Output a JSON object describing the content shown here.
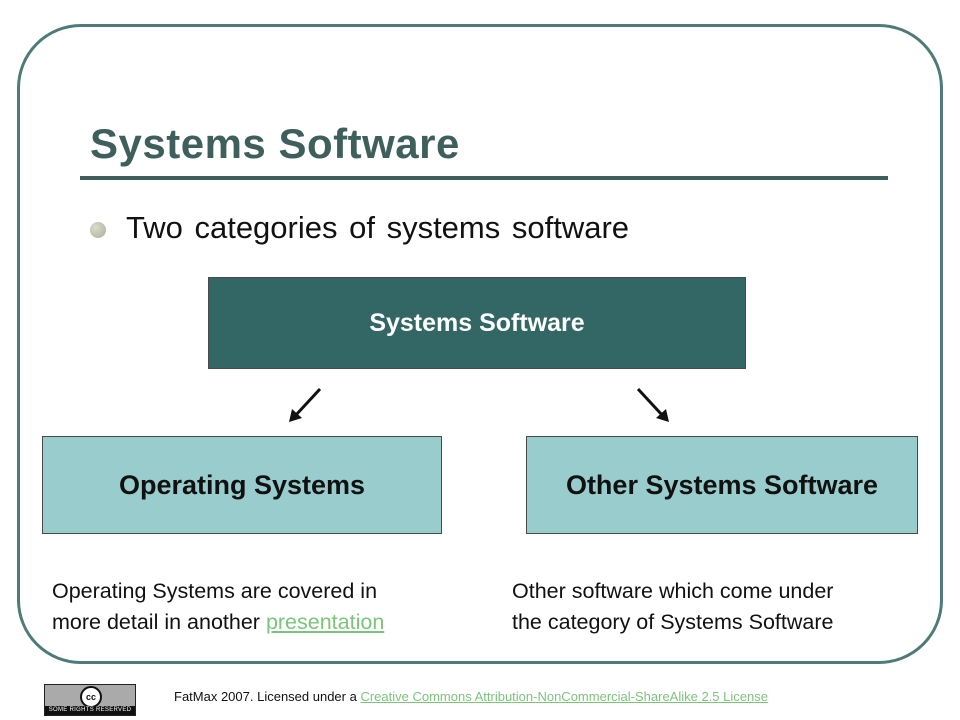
{
  "slide": {
    "title": "Systems Software",
    "bullet": "Two categories of systems software"
  },
  "diagram": {
    "root": "Systems Software",
    "left_child": "Operating Systems",
    "right_child": "Other Systems Software"
  },
  "descriptions": {
    "left_line1": "Operating Systems are covered in",
    "left_line2": "more detail in another ",
    "left_link": "presentation",
    "right_line1": "Other software which come under",
    "right_line2": "the category of Systems Software"
  },
  "footer": {
    "badge_symbol": "cc",
    "badge_caption": "SOME RIGHTS RESERVED",
    "text": "FatMax 2007. Licensed under a ",
    "license_link": "Creative Commons Attribution-NonCommercial-ShareAlike 2.5 License"
  },
  "colors": {
    "frame": "#4e7b77",
    "title": "#3f5f5d",
    "root_box": "#336766",
    "child_box": "#99cccc",
    "link": "#7cc47c"
  }
}
